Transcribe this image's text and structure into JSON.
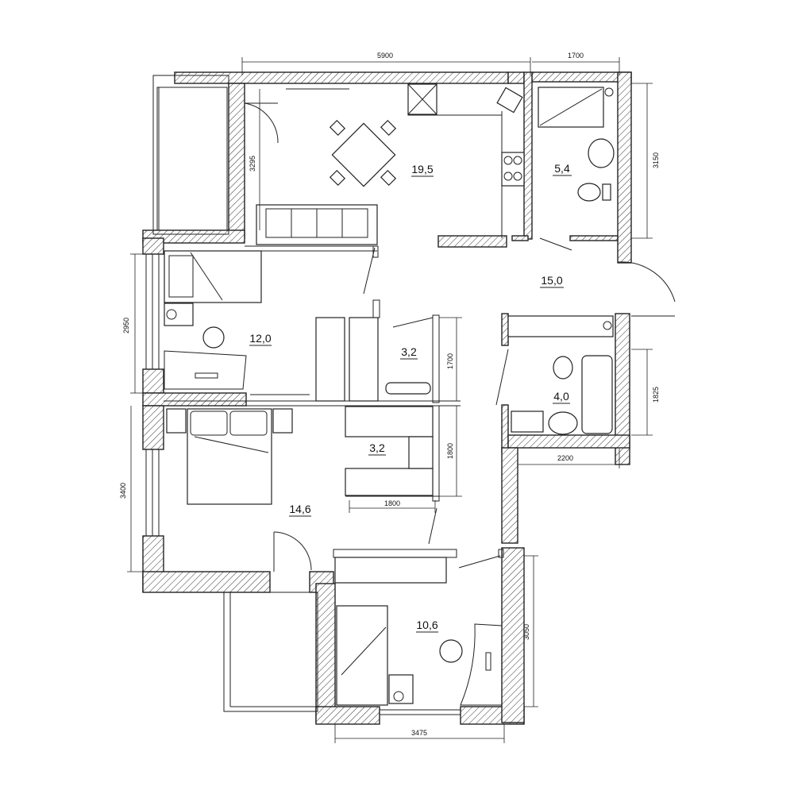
{
  "rooms": [
    {
      "id": "kitchen",
      "area": "19,5"
    },
    {
      "id": "bath1",
      "area": "5,4"
    },
    {
      "id": "hall",
      "area": "15,0"
    },
    {
      "id": "study",
      "area": "12,0"
    },
    {
      "id": "closet1",
      "area": "3,2"
    },
    {
      "id": "closet2",
      "area": "3,2"
    },
    {
      "id": "bath2",
      "area": "4,0"
    },
    {
      "id": "bedroom",
      "area": "14,6"
    },
    {
      "id": "kids",
      "area": "10,6"
    }
  ],
  "dimensions": {
    "top_main": "5900",
    "top_right": "1700",
    "right_bath1": "3150",
    "kitchen_left": "3295",
    "study_left": "2950",
    "closet1_right": "1700",
    "bath2_right": "1825",
    "bath2_bottom": "2200",
    "closet2_right": "1800",
    "closet2_bottom": "1800",
    "bedroom_left": "3400",
    "kids_right": "3050",
    "kids_bottom": "3475"
  }
}
